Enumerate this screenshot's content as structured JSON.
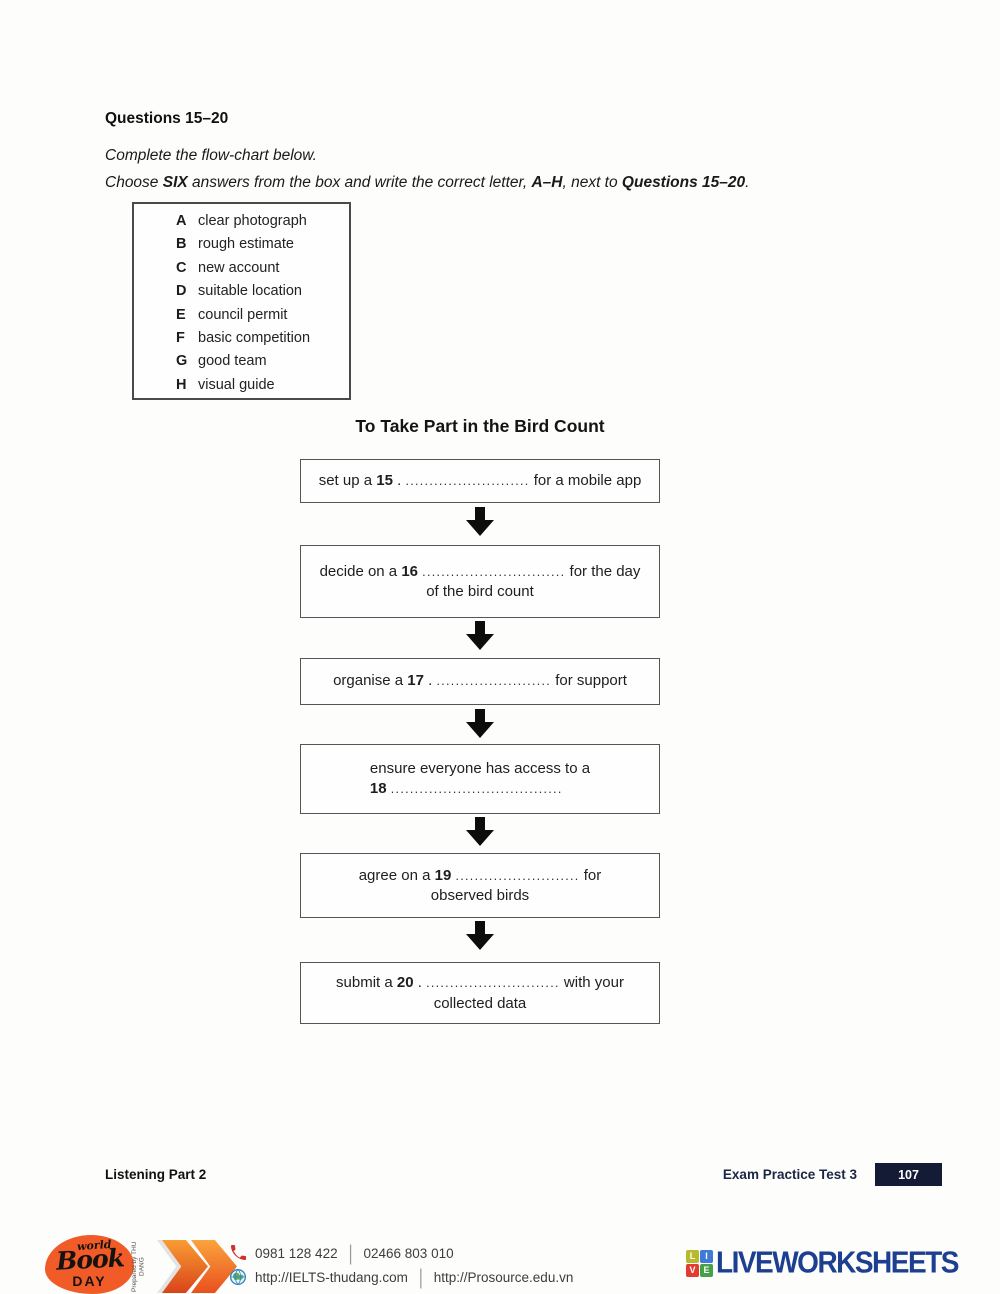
{
  "header": {
    "title": "Questions 15–20",
    "instruction1": "Complete the flow-chart below.",
    "instruction2": {
      "p1": "Choose ",
      "b1": "SIX",
      "p2": " answers from the box and write the correct letter, ",
      "b2": "A–H",
      "p3": ", next to ",
      "b3": "Questions 15–20",
      "p4": "."
    }
  },
  "answer_box": {
    "options": [
      {
        "letter": "A",
        "text": "clear photograph"
      },
      {
        "letter": "B",
        "text": "rough estimate"
      },
      {
        "letter": "C",
        "text": "new account"
      },
      {
        "letter": "D",
        "text": "suitable location"
      },
      {
        "letter": "E",
        "text": "council permit"
      },
      {
        "letter": "F",
        "text": "basic competition"
      },
      {
        "letter": "G",
        "text": "good team"
      },
      {
        "letter": "H",
        "text": "visual guide"
      }
    ]
  },
  "flow_chart": {
    "title": "To Take Part in the Bird Count",
    "steps": [
      {
        "pre": "set up a ",
        "num": "15",
        "sep": " . ",
        "dots": "..........................",
        "post": " for a mobile app",
        "line2": ""
      },
      {
        "pre": "decide on a ",
        "num": "16",
        "sep": " ",
        "dots": "..............................",
        "post": " for the day",
        "line2": "of the bird count"
      },
      {
        "pre": "organise a ",
        "num": "17",
        "sep": " . ",
        "dots": "........................",
        "post": " for support",
        "line2": ""
      },
      {
        "pre": "ensure everyone has access to a",
        "num": "18",
        "sep": " ",
        "dots": "....................................",
        "post": "",
        "line2": ""
      },
      {
        "pre": "agree on a ",
        "num": "19",
        "sep": " ",
        "dots": "..........................",
        "post": " for",
        "line2": "observed birds"
      },
      {
        "pre": "submit a ",
        "num": "20",
        "sep": " . ",
        "dots": "............................",
        "post": " with your",
        "line2": "collected data"
      }
    ]
  },
  "footer": {
    "left": "Listening Part 2",
    "right": "Exam Practice Test 3",
    "page_number": "107"
  },
  "branding": {
    "world_book_day": {
      "world": "world",
      "book": "Book",
      "day": "DAY"
    },
    "prepared_by": "Prepared by THU DANG",
    "contact": {
      "phone1": "0981 128 422",
      "phone2": "02466 803 010",
      "url1": "http://IELTS-thudang.com",
      "url2": "http://Prosource.edu.vn",
      "sep": "|"
    },
    "liveworksheets": {
      "l": "L",
      "i": "I",
      "v": "V",
      "e": "E",
      "wordmark": "LIVEWORKSHEETS"
    }
  },
  "colors": {
    "badge_bg": "#141b35",
    "navy_text": "#1c2544",
    "wordmark_blue": "#1d3f91",
    "logo_orange": "#f15b27",
    "phone_red": "#d03030",
    "square_l": "#b9b92e",
    "square_i": "#3f7ad6",
    "square_v": "#e23c30",
    "square_e": "#45a049"
  }
}
